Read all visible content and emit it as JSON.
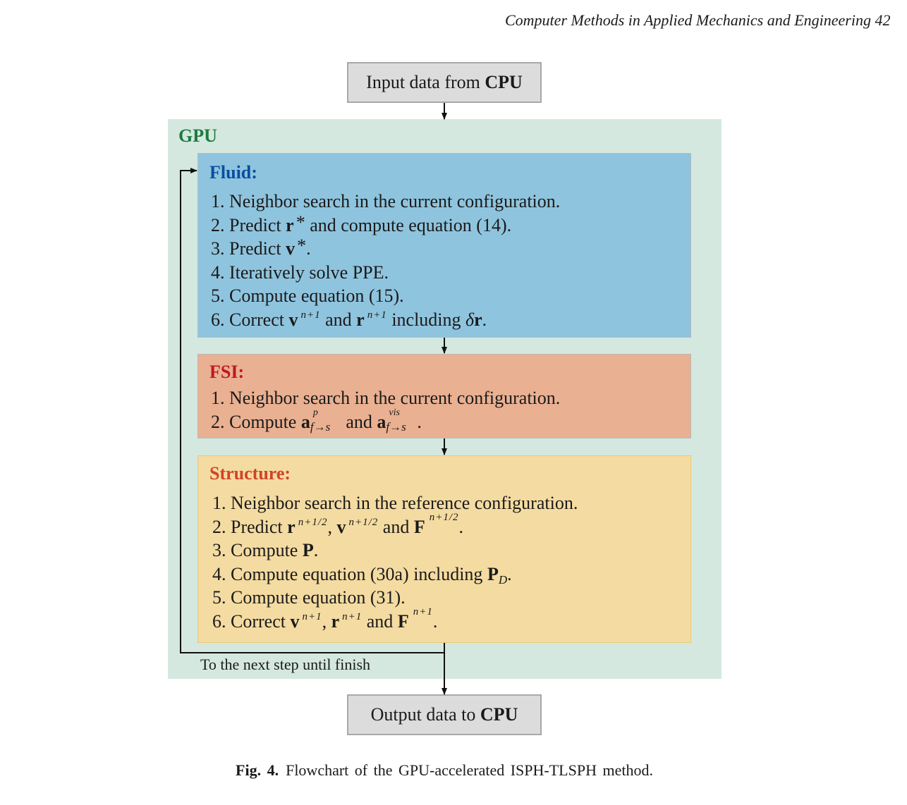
{
  "header": {
    "journal": "Computer Methods in Applied Mechanics and Engineering 42"
  },
  "input_box": {
    "text": "Input data from ",
    "bold": "CPU"
  },
  "gpu": {
    "label": "GPU"
  },
  "fluid": {
    "title": "Fluid:",
    "s1": "1. Neighbor search in the current configuration.",
    "s2": {
      "a": "2. Predict ",
      "r": "r",
      "star": "*",
      "b": " and compute equation (14)."
    },
    "s3": {
      "a": "3. Predict ",
      "v": "v",
      "star": "*",
      "b": "."
    },
    "s4": "4. Iteratively solve PPE.",
    "s5": "5. Compute equation (15).",
    "s6": {
      "a": "6. Correct ",
      "v": "v",
      "n1": "n+1",
      "and": " and ",
      "r": "r",
      "n2": "n+1",
      "b": " including ",
      "delta": "δ",
      "r2": "r",
      "end": "."
    }
  },
  "fsi": {
    "title": "FSI:",
    "s1": "1. Neighbor search in the current configuration.",
    "s2": {
      "a": "2. Compute ",
      "acc1": "a",
      "sup1": "p",
      "sub1": "f→s",
      "and": " and ",
      "acc2": "a",
      "sup2": "vis",
      "sub2": "f→s",
      "end": "."
    }
  },
  "structure": {
    "title": "Structure:",
    "s1": "1. Neighbor search in the reference configuration.",
    "s2": {
      "a": "2. Predict ",
      "r": "r",
      "n1": "n+1/2",
      "c1": ", ",
      "v": "v",
      "n2": "n+1/2",
      "and": " and ",
      "F": "F",
      "n3": "n+1/2",
      "end": "."
    },
    "s3": {
      "a": "3. Compute ",
      "P": "P",
      "end": "."
    },
    "s4": {
      "a": "4. Compute equation (30a) including ",
      "P": "P",
      "D": "D",
      "end": "."
    },
    "s5": "5. Compute equation (31).",
    "s6": {
      "a": "6. Correct ",
      "v": "v",
      "n1": "n+1",
      "c1": ", ",
      "r": "r",
      "n2": "n+1",
      "and": " and ",
      "F": "F",
      "n3": "n+1",
      "end": "."
    }
  },
  "loop": {
    "label": "To the next step until finish"
  },
  "output_box": {
    "text": "Output data to ",
    "bold": "CPU"
  },
  "caption": {
    "label": "Fig. 4.",
    "text": "Flowchart of the GPU-accelerated ISPH-TLSPH method."
  }
}
